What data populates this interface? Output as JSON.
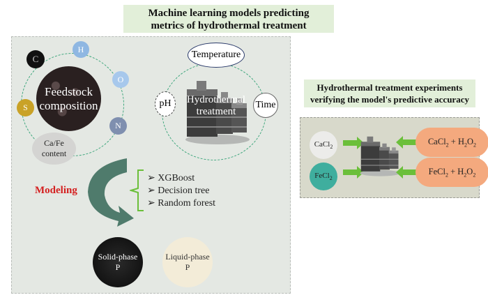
{
  "main_title": {
    "line1": "Machine learning models predicting",
    "line2": "metrics of hydrothermal treatment"
  },
  "feedstock": {
    "center_label_1": "Feedstock",
    "center_label_2": "composition",
    "elements": [
      "C",
      "H",
      "O",
      "N",
      "S"
    ],
    "cafe_label_1": "Ca/Fe",
    "cafe_label_2": "content"
  },
  "hydrothermal": {
    "center_label_1": "Hydrothermal",
    "center_label_2": "treatment",
    "params": {
      "temperature": "Temperature",
      "ph": "pH",
      "time": "Time"
    }
  },
  "modeling": {
    "label": "Modeling",
    "models": [
      "XGBoost",
      "Decision tree",
      "Random forest"
    ],
    "bullet": "➢"
  },
  "outputs": {
    "solid_1": "Solid-phase",
    "solid_2": "P",
    "liquid_1": "Liquid-phase",
    "liquid_2": "P"
  },
  "experiment_title": {
    "line1": "Hydrothermal treatment experiments",
    "line2": "verifying the model's predictive accuracy"
  },
  "experiment": {
    "inputs": [
      {
        "name": "CaCl",
        "sub": "2"
      },
      {
        "name": "FeCl",
        "sub": "2"
      }
    ],
    "reagents": [
      {
        "a": "CaCl",
        "a_sub": "2",
        "plus": " + H",
        "h_sub": "2",
        "o": "O",
        "o_sub": "2"
      },
      {
        "a": "FeCl",
        "a_sub": "2",
        "plus": " + H",
        "h_sub": "2",
        "o": "O",
        "o_sub": "2"
      }
    ]
  },
  "colors": {
    "title_bg": "#e2efd9",
    "panel_bg": "#e4e8e3",
    "modeling_text": "#d42020",
    "arrow_green": "#6bbf3a",
    "reagent_bg": "#f4a97e",
    "ring_dash": "#3aa57a",
    "curved_arrow": "#4f7b6c"
  }
}
